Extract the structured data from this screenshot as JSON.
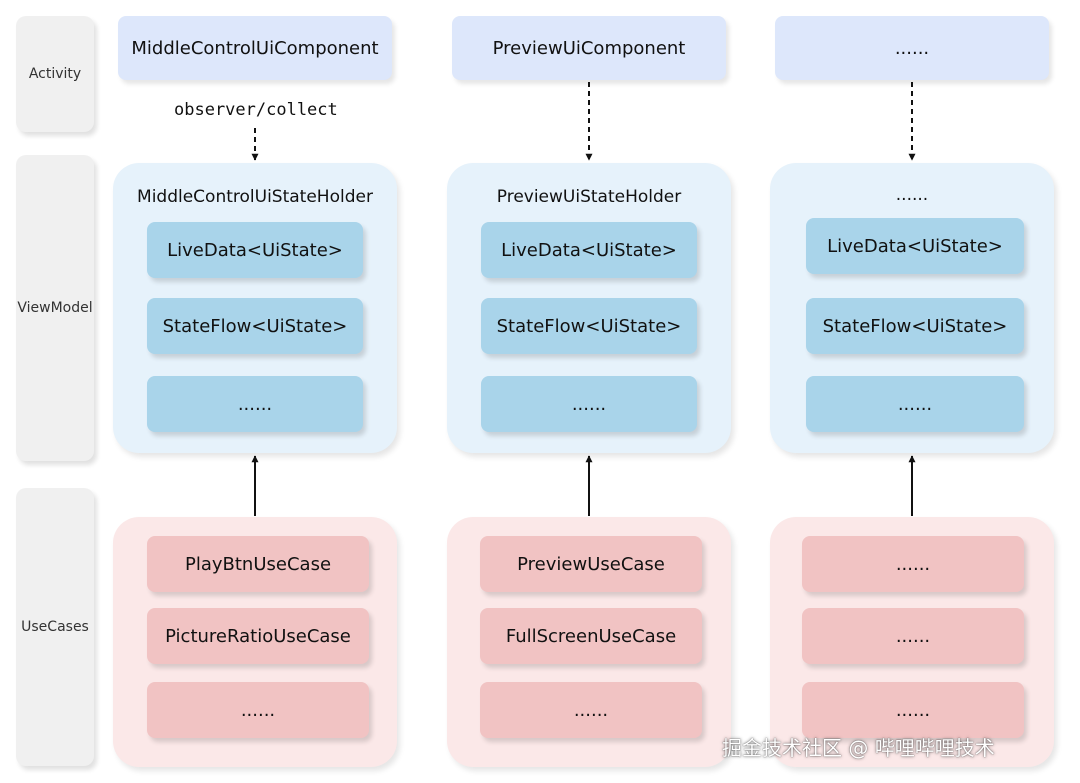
{
  "layers": {
    "activity": "Activity",
    "viewmodel": "ViewModel",
    "usecases": "UseCases"
  },
  "columns": [
    {
      "ui_component": "MiddleControlUiComponent",
      "edge_label": "observer/collect",
      "state_holder": "MiddleControlUiStateHolder",
      "states": [
        "LiveData<UiState>",
        "StateFlow<UiState>",
        "......"
      ],
      "use_cases": [
        "PlayBtnUseCase",
        "PictureRatioUseCase",
        "......"
      ]
    },
    {
      "ui_component": "PreviewUiComponent",
      "state_holder": "PreviewUiStateHolder",
      "states": [
        "LiveData<UiState>",
        "StateFlow<UiState>",
        "......"
      ],
      "use_cases": [
        "PreviewUseCase",
        "FullScreenUseCase",
        "......"
      ]
    },
    {
      "ui_component": "......",
      "state_holder": "......",
      "states": [
        "LiveData<UiState>",
        "StateFlow<UiState>",
        "......"
      ],
      "use_cases": [
        "......",
        "......",
        "......"
      ]
    }
  ],
  "watermark": "掘金技术社区 @ 哔哩哔哩技术",
  "colors": {
    "ui_component": "#dde7fb",
    "viewmodel_panel": "#e6f2fb",
    "state_item": "#a9d4ea",
    "usecase_panel": "#fbe8e8",
    "usecase_item": "#f1c3c3",
    "layer_label": "#f0f0f0",
    "arrow": "#111111"
  }
}
